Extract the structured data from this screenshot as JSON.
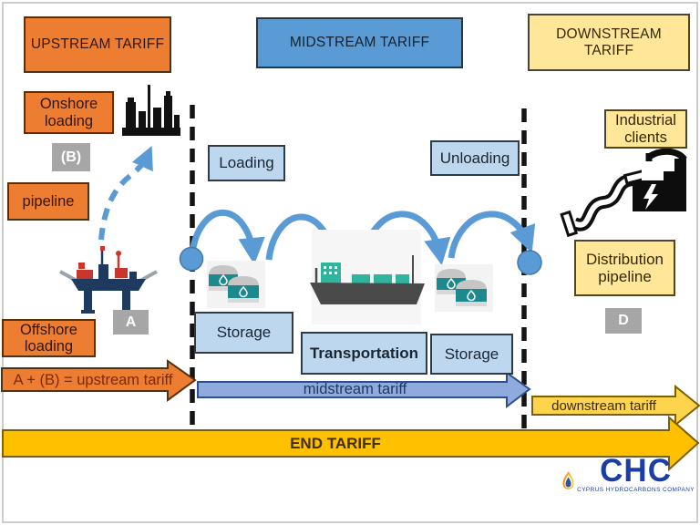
{
  "headers": {
    "upstream": "UPSTREAM TARIFF",
    "midstream": "MIDSTREAM TARIFF",
    "downstream": "DOWNSTREAM TARIFF"
  },
  "upstream": {
    "onshore_loading": "Onshore loading",
    "b_badge": "(B)",
    "pipeline": "pipeline",
    "offshore_loading": "Offshore loading",
    "a_badge": "A"
  },
  "midstream": {
    "loading": "Loading",
    "unloading": "Unloading",
    "storage_left": "Storage",
    "transportation": "Transportation",
    "storage_right": "Storage"
  },
  "downstream": {
    "industrial_clients": "Industrial clients",
    "distribution_pipeline": "Distribution pipeline",
    "d_badge": "D"
  },
  "tariff_arrows": {
    "upstream": "A + (B) = upstream tariff",
    "midstream": "midstream tariff",
    "downstream": "downstream tariff",
    "end": "END TARIFF"
  },
  "logo": {
    "acronym": "CHC",
    "company": "CYPRUS HYDROCARBONS COMPANY"
  },
  "icons": {
    "refinery": "refinery-icon",
    "offshore_platform": "offshore-platform-icon",
    "storage_tanks": "storage-tanks-icon",
    "cargo_ship": "cargo-ship-icon",
    "pipe": "pipe-icon",
    "factory": "factory-icon",
    "flame": "flame-icon"
  },
  "colors": {
    "orange": "#ED7D31",
    "mid_blue": "#5B9BD5",
    "light_blue": "#BDD7EE",
    "light_yellow": "#FFE699",
    "gray_badge": "#A6A6A6",
    "arc_blue": "#5B9BD5",
    "midstream_arrow": "#8FAADC",
    "downstream_arrow": "#FFD44D",
    "end_arrow": "#FFC000",
    "tank_teal": "#1C898E",
    "ship_teal": "#2FB59E",
    "logo_blue": "#1c3ea3"
  }
}
